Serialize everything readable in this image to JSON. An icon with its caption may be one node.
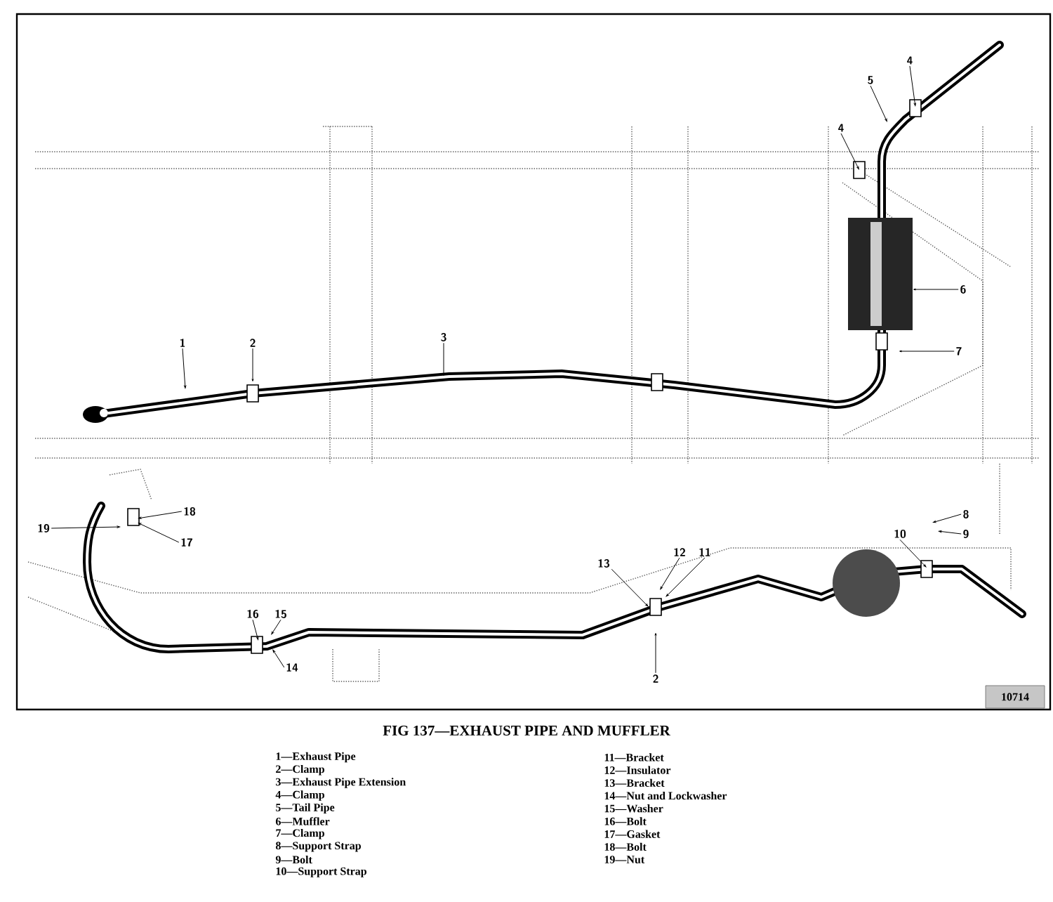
{
  "diagram": {
    "caption": "FIG 137—EXHAUST PIPE AND MUFFLER",
    "nodes": [
      {
        "text": [
          "1"
        ]
      },
      {
        "text": [
          "2"
        ]
      },
      {
        "text": [
          "3"
        ]
      },
      {
        "text": [
          "4"
        ]
      },
      {
        "text": [
          "5"
        ]
      },
      {
        "text": [
          "4"
        ]
      },
      {
        "text": [
          "6"
        ]
      },
      {
        "text": [
          "7"
        ]
      },
      {
        "text": [
          "18"
        ]
      },
      {
        "text": [
          "19"
        ]
      },
      {
        "text": [
          "17"
        ]
      },
      {
        "text": [
          "16"
        ]
      },
      {
        "text": [
          "15"
        ]
      },
      {
        "text": [
          "14"
        ]
      },
      {
        "text": [
          "13"
        ]
      },
      {
        "text": [
          "12"
        ]
      },
      {
        "text": [
          "11"
        ]
      },
      {
        "text": [
          "2"
        ]
      },
      {
        "text": [
          "10"
        ]
      },
      {
        "text": [
          "8"
        ]
      },
      {
        "text": [
          "9"
        ]
      }
    ],
    "edges": [
      {
        "from": 0,
        "to": null,
        "arrow": "to"
      },
      {
        "from": 1,
        "to": null,
        "arrow": "to"
      },
      {
        "from": 2,
        "to": null,
        "arrow": "to"
      },
      {
        "from": 3,
        "to": null,
        "arrow": "to"
      },
      {
        "from": 4,
        "to": null,
        "arrow": "to"
      },
      {
        "from": 5,
        "to": null,
        "arrow": "to"
      },
      {
        "from": 6,
        "to": null,
        "arrow": "to"
      },
      {
        "from": 7,
        "to": null,
        "arrow": "to"
      },
      {
        "from": 8,
        "to": null,
        "arrow": "to"
      },
      {
        "from": 9,
        "to": null,
        "arrow": "to"
      },
      {
        "from": 10,
        "to": null,
        "arrow": "to"
      },
      {
        "from": 11,
        "to": null,
        "arrow": "to"
      },
      {
        "from": 12,
        "to": null,
        "arrow": "to"
      },
      {
        "from": 13,
        "to": null,
        "arrow": "to"
      },
      {
        "from": 14,
        "to": null,
        "arrow": "to"
      },
      {
        "from": 15,
        "to": null,
        "arrow": "to"
      },
      {
        "from": 16,
        "to": null,
        "arrow": "to"
      },
      {
        "from": 17,
        "to": null,
        "arrow": "to"
      },
      {
        "from": 18,
        "to": null,
        "arrow": "to"
      },
      {
        "from": 19,
        "to": null,
        "arrow": "to"
      },
      {
        "from": 20,
        "to": null,
        "arrow": "to"
      }
    ],
    "labels": [
      "10714",
      "1—Exhaust Pipe",
      "2—Clamp",
      "3—Exhaust Pipe Extension",
      "4—Clamp",
      "5—Tail Pipe",
      "6—Muffler",
      "7—Clamp",
      "8—Support Strap",
      "9—Bolt",
      "10—Support Strap",
      "11—Bracket",
      "12—Insulator",
      "13—Bracket",
      "14—Nut and Lockwasher",
      "15—Washer",
      "16—Bolt",
      "17—Gasket",
      "18—Bolt",
      "19—Nut"
    ]
  }
}
